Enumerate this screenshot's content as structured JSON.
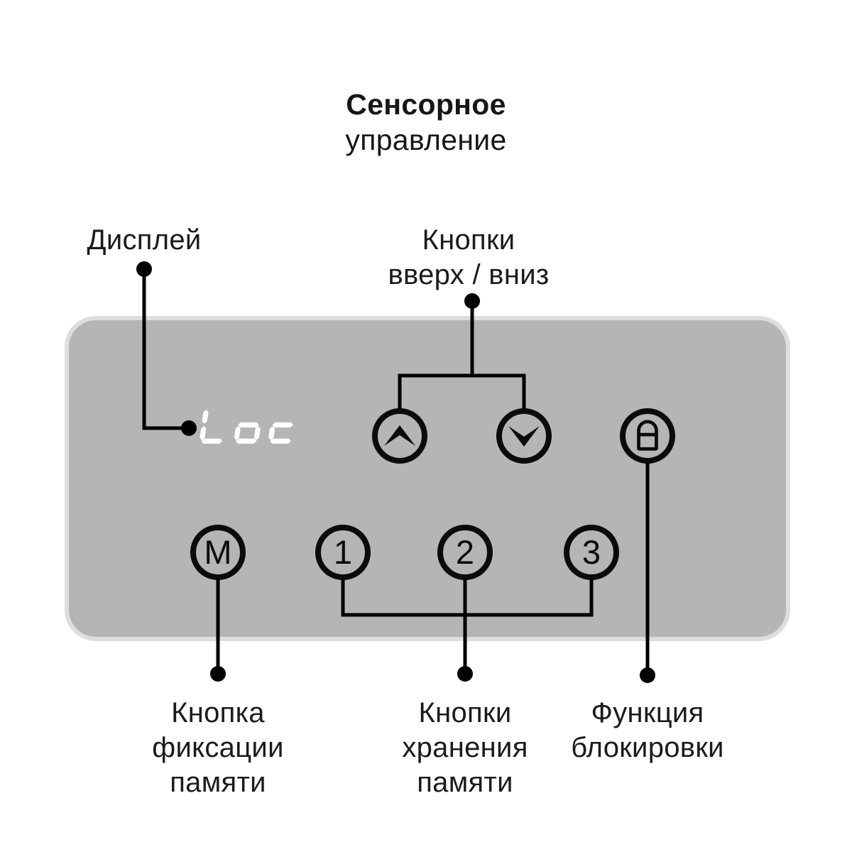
{
  "title": {
    "line1": "Сенсорное",
    "line2": "управление"
  },
  "labels": {
    "display": "Дисплей",
    "updown": [
      "Кнопки",
      "вверх / вниз"
    ],
    "memory_lock": [
      "Кнопка",
      "фиксации",
      "памяти"
    ],
    "memory_store": [
      "Кнопки",
      "хранения",
      "памяти"
    ],
    "lock_function": [
      "Функция",
      "блокировки"
    ]
  },
  "panel": {
    "display_value": "Loc",
    "buttons": {
      "up_icon": "chevron-up-icon",
      "down_icon": "chevron-down-icon",
      "lock_icon": "lock-icon",
      "memory": "M",
      "preset1": "1",
      "preset2": "2",
      "preset3": "3"
    },
    "colors": {
      "panel_bg": "#b5b5b5",
      "panel_edge": "#dedede",
      "display_text": "#ffffff",
      "ink": "#0b0b0b",
      "connector": "#000000"
    }
  }
}
